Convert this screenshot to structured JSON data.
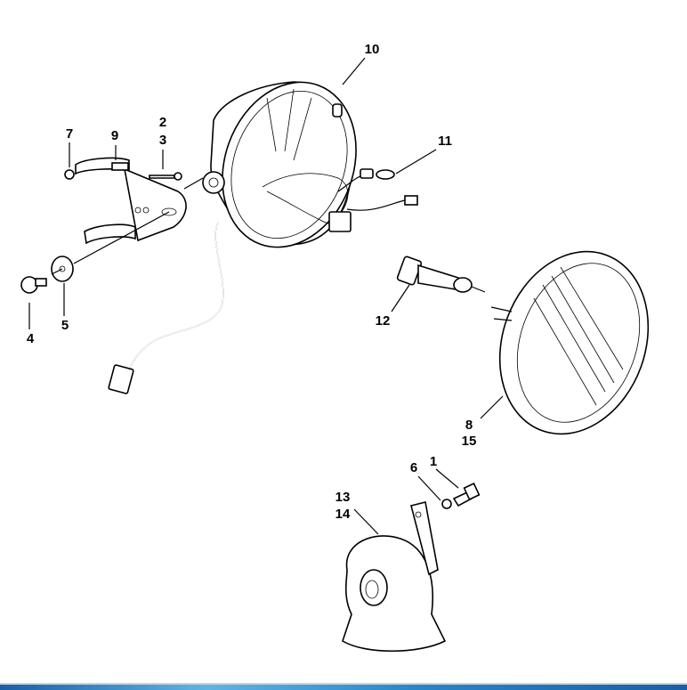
{
  "diagram": {
    "type": "exploded parts diagram",
    "callouts": {
      "c1": "1",
      "c2": "2",
      "c3": "3",
      "c4": "4",
      "c5": "5",
      "c6": "6",
      "c7": "7",
      "c8": "8",
      "c9": "9",
      "c10": "10",
      "c11": "11",
      "c12": "12",
      "c13": "13",
      "c14": "14",
      "c15": "15"
    }
  },
  "colors": {
    "bottom_bar": "#2a86c8",
    "line": "#000000"
  }
}
